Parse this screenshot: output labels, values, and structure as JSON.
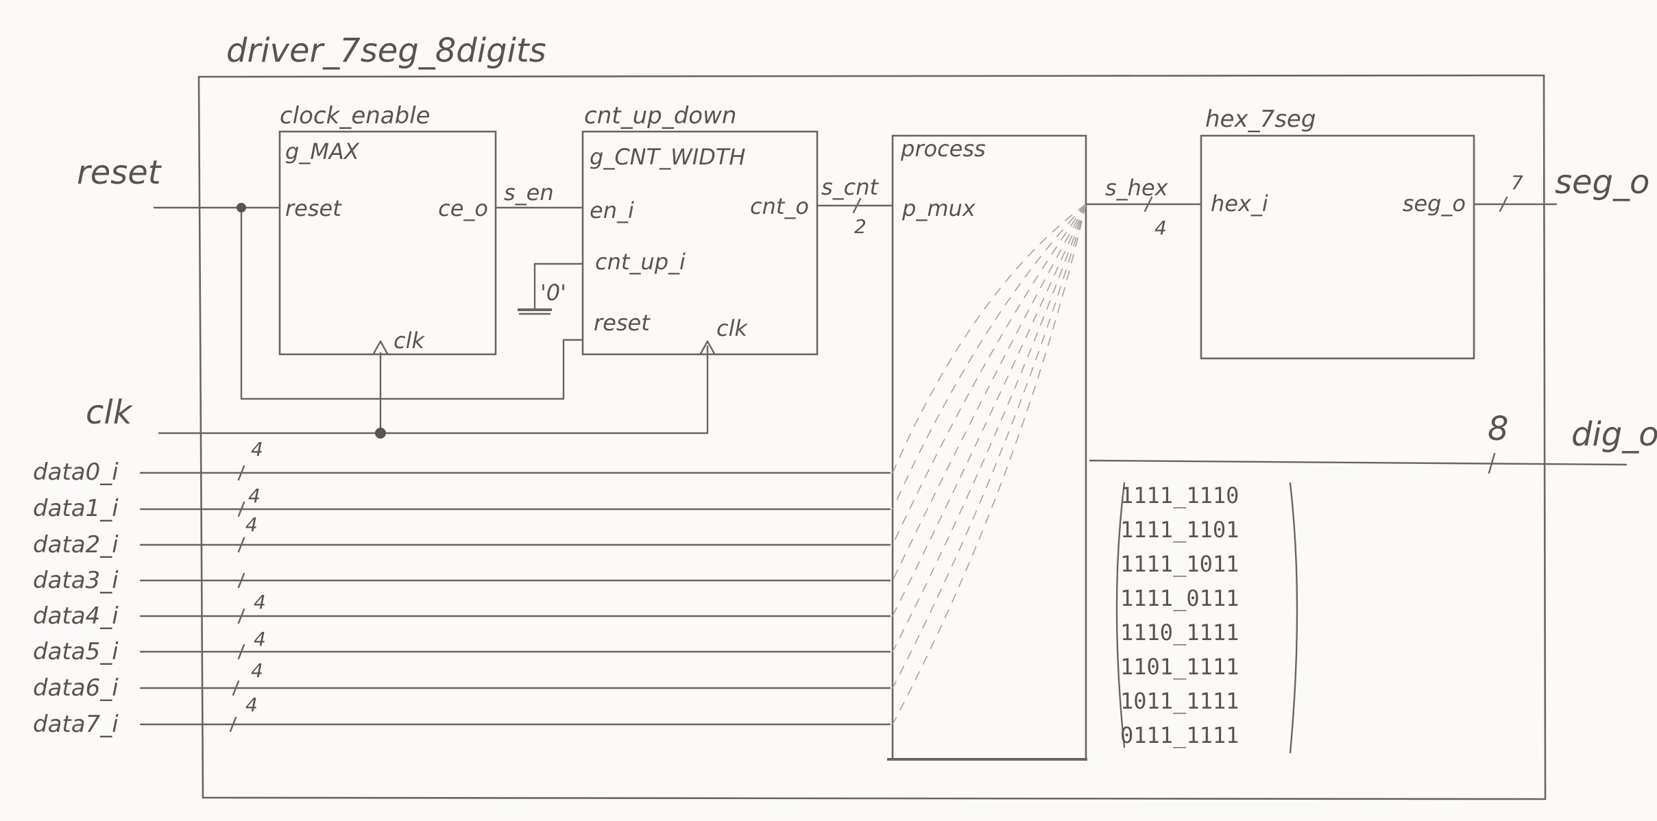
{
  "top_title": "driver_7seg_8digits",
  "inputs": {
    "reset": "reset",
    "clk": "clk",
    "data": [
      "data0_i",
      "data1_i",
      "data2_i",
      "data3_i",
      "data4_i",
      "data5_i",
      "data6_i",
      "data7_i"
    ]
  },
  "data_widths": [
    "4",
    "4",
    "4",
    "",
    "4",
    "4",
    "4",
    "4"
  ],
  "clock_enable": {
    "name": "clock_enable",
    "generic": "g_MAX",
    "reset_port": "reset",
    "output_port": "ce_o",
    "clk_port": "clk"
  },
  "sig_en": "s_en",
  "cnt_up_down": {
    "name": "cnt_up_down",
    "generic": "g_CNT_WIDTH",
    "en_port": "en_i",
    "cnt_up_port": "cnt_up_i",
    "reset_port": "reset",
    "clk_port": "clk",
    "output_port": "cnt_o",
    "const_zero": "'0'"
  },
  "sig_cnt": "s_cnt",
  "sig_cnt_width": "2",
  "process": {
    "label": "process",
    "name": "p_mux"
  },
  "sig_hex": "s_hex",
  "sig_hex_width": "4",
  "hex_7seg": {
    "name": "hex_7seg",
    "in_port": "hex_i",
    "out_port": "seg_o"
  },
  "outputs": {
    "seg": "seg_o",
    "seg_width": "7",
    "dig": "dig_o",
    "dig_width": "8"
  },
  "dig_patterns": [
    "1111_1110",
    "1111_1101",
    "1111_1011",
    "1111_0111",
    "1110_1111",
    "1101_1111",
    "1011_1111",
    "0111_1111"
  ]
}
